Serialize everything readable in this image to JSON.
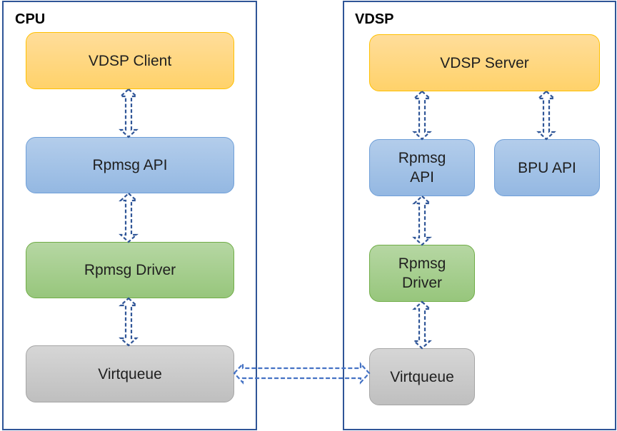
{
  "diagram": {
    "colors": {
      "panel_border": "#2f5597",
      "arrow_vertical": "#2f5597",
      "arrow_horizontal": "#4472c4",
      "client_server_fill": "#ffd26a",
      "api_fill": "#9dc3e6",
      "driver_fill": "#a9d18e",
      "virtqueue_fill": "#c9c9c9"
    },
    "cpu": {
      "title": "CPU",
      "blocks": {
        "client": "VDSP Client",
        "api": "Rpmsg API",
        "driver": "Rpmsg Driver",
        "virtqueue": "Virtqueue"
      }
    },
    "vdsp": {
      "title": "VDSP",
      "blocks": {
        "server": "VDSP Server",
        "api": "Rpmsg\nAPI",
        "bpu_api": "BPU API",
        "driver": "Rpmsg\nDriver",
        "virtqueue": "Virtqueue"
      }
    },
    "connections": [
      {
        "from": "CPU VDSP Client",
        "to": "CPU Rpmsg API",
        "type": "bidirectional-dashed"
      },
      {
        "from": "CPU Rpmsg API",
        "to": "CPU Rpmsg Driver",
        "type": "bidirectional-dashed"
      },
      {
        "from": "CPU Rpmsg Driver",
        "to": "CPU Virtqueue",
        "type": "bidirectional-dashed"
      },
      {
        "from": "CPU Virtqueue",
        "to": "VDSP Virtqueue",
        "type": "bidirectional-dashed"
      },
      {
        "from": "VDSP Server",
        "to": "VDSP Rpmsg API",
        "type": "bidirectional-dashed"
      },
      {
        "from": "VDSP Server",
        "to": "VDSP BPU API",
        "type": "bidirectional-dashed"
      },
      {
        "from": "VDSP Rpmsg API",
        "to": "VDSP Rpmsg Driver",
        "type": "bidirectional-dashed"
      },
      {
        "from": "VDSP Rpmsg Driver",
        "to": "VDSP Virtqueue",
        "type": "bidirectional-dashed"
      }
    ]
  }
}
